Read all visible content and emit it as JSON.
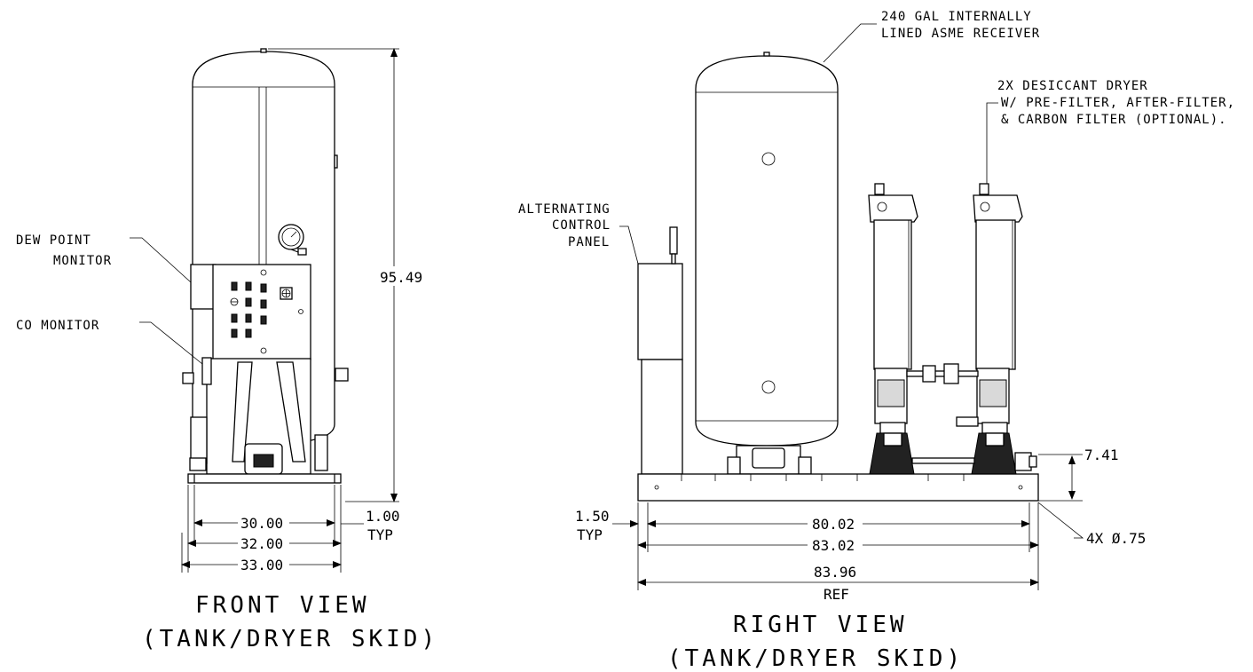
{
  "front_view": {
    "title_line1": "FRONT VIEW",
    "title_line2": "(TANK/DRYER SKID)",
    "labels": {
      "dew_point_line1": "DEW POINT",
      "dew_point_line2": "MONITOR",
      "co_monitor": "CO MONITOR"
    },
    "dimensions": {
      "height": "95.49",
      "w30": "30.00",
      "w32": "32.00",
      "w33": "33.00",
      "typ_value": "1.00",
      "typ_label": "TYP"
    }
  },
  "right_view": {
    "title_line1": "RIGHT VIEW",
    "title_line2": "(TANK/DRYER SKID)",
    "labels": {
      "receiver_line1": "240 GAL INTERNALLY",
      "receiver_line2": "LINED ASME RECEIVER",
      "dryer_line1": "2X DESICCANT DRYER",
      "dryer_line2": "W/ PRE-FILTER, AFTER-FILTER,",
      "dryer_line3": "& CARBON FILTER (OPTIONAL).",
      "panel_line1": "ALTERNATING",
      "panel_line2": "CONTROL",
      "panel_line3": "PANEL"
    },
    "dimensions": {
      "h741": "7.41",
      "typ_value": "1.50",
      "typ_label": "TYP",
      "w8002": "80.02",
      "w8302": "83.02",
      "w8396": "83.96",
      "ref_label": "REF",
      "holes": "4X Ø.75"
    }
  }
}
